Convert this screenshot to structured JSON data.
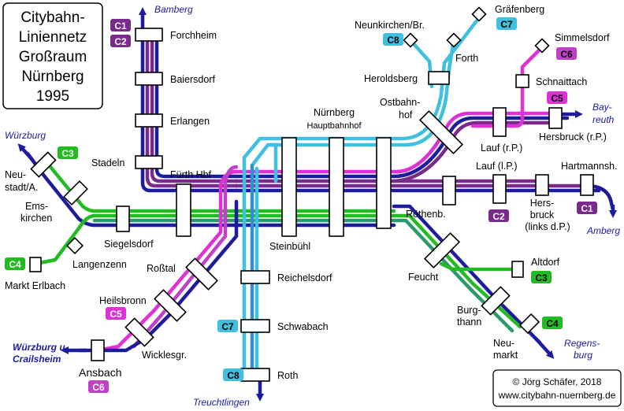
{
  "title": [
    "Citybahn-",
    "Liniennetz",
    "Großraum",
    "Nürnberg",
    "1995"
  ],
  "copyright": {
    "line1": "© Jörg Schäfer, 2018",
    "line2": "www.citybahn-nuernberg.de"
  },
  "colors": {
    "line_c1": "#1c1c9c",
    "line_c2": "#7a2a8a",
    "line_c3": "#22bb22",
    "line_c4": "#2a9a6a",
    "line_c5": "#e030d8",
    "line_c6": "#c040c8",
    "line_c7": "#40c0e0",
    "line_c8": "#3090d0",
    "dest_text": "#1a1aa8"
  },
  "badges": {
    "c1": "C1",
    "c2": "C2",
    "c3": "C3",
    "c4": "C4",
    "c5": "C5",
    "c6": "C6",
    "c7": "C7",
    "c8": "C8"
  },
  "destinations": {
    "bamberg": "Bamberg",
    "wuerzburg": "Würzburg",
    "wuerzburg_crailsheim_1": "Würzburg u.",
    "wuerzburg_crailsheim_2": "Crailsheim",
    "bayreuth_1": "Bay-",
    "bayreuth_2": "reuth",
    "amberg": "Amberg",
    "regensburg_1": "Regens-",
    "regensburg_2": "burg",
    "treuchtlingen": "Treuchtlingen"
  },
  "stations": {
    "forchheim": "Forchheim",
    "baiersdorf": "Baiersdorf",
    "erlangen": "Erlangen",
    "stadeln": "Stadeln",
    "fuerth": "Fürth Hbf",
    "nuernberg_1": "Nürnberg",
    "nuernberg_2": "Hauptbahnhof",
    "neunkirchen": "Neunkirchen/Br.",
    "graefenberg": "Gräfenberg",
    "forth": "Forth",
    "heroldsberg": "Heroldsberg",
    "ostbahnhof_1": "Ostbahn-",
    "ostbahnhof_2": "hof",
    "simmelsdorf": "Simmelsdorf",
    "schnaittach": "Schnaittach",
    "lauf_rp": "Lauf (r.P.)",
    "hersbruck_rp": "Hersbruck (r.P.)",
    "lauf_lp": "Lauf (l.P.)",
    "hartmannsh": "Hartmannsh.",
    "roethenb": "Röthenb.",
    "hersbruck_lp_1": "Hers-",
    "hersbruck_lp_2": "bruck",
    "hersbruck_lp_3": "(links d.P.)",
    "neustadt_1": "Neu-",
    "neustadt_2": "stadt/A.",
    "emskirchen_1": "Ems-",
    "emskirchen_2": "kirchen",
    "siegelsdorf": "Siegelsdorf",
    "langenzenn": "Langenzenn",
    "markt_erlbach": "Markt Erlbach",
    "steinbuehl": "Steinbühl",
    "rosstal": "Roßtal",
    "heilsbronn": "Heilsbronn",
    "wicklesgr": "Wicklesgr.",
    "ansbach": "Ansbach",
    "reichelsdorf": "Reichelsdorf",
    "schwabach": "Schwabach",
    "roth": "Roth",
    "feucht": "Feucht",
    "altdorf": "Altdorf",
    "burgthann_1": "Burg-",
    "burgthann_2": "thann",
    "neumarkt_1": "Neu-",
    "neumarkt_2": "markt"
  }
}
